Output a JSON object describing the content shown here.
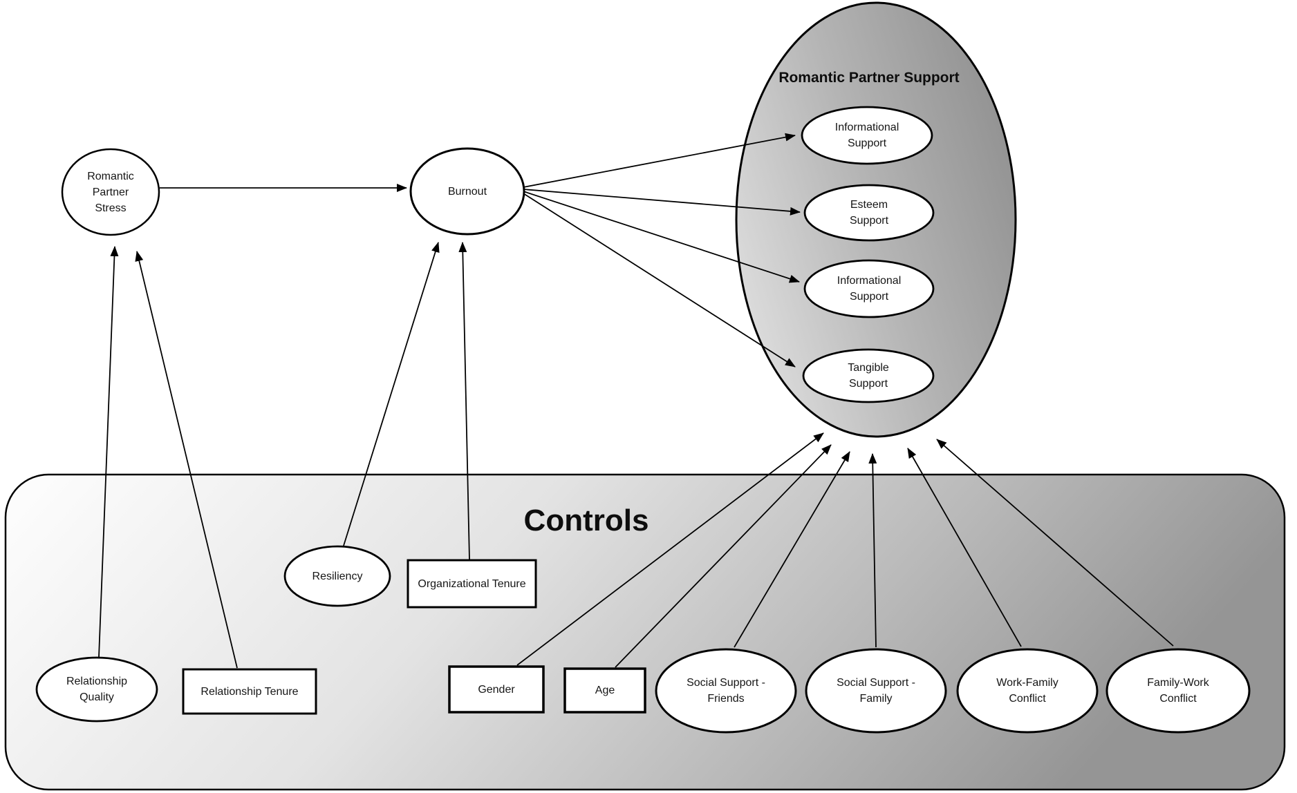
{
  "diagram_type": "path-model",
  "nodes": {
    "romantic_partner_stress": "Romantic\nPartner\nStress",
    "burnout": "Burnout"
  },
  "support_group": {
    "title": "Romantic Partner Support",
    "members": [
      "Informational\nSupport",
      "Esteem\nSupport",
      "Informational\nSupport",
      "Tangible\nSupport"
    ]
  },
  "controls_group": {
    "title": "Controls",
    "members": {
      "resiliency": "Resiliency",
      "organizational_tenure": "Organizational Tenure",
      "relationship_quality": "Relationship\nQuality",
      "relationship_tenure": "Relationship Tenure",
      "gender": "Gender",
      "age": "Age",
      "social_support_friends": "Social Support -\nFriends",
      "social_support_family": "Social Support -\nFamily",
      "work_family_conflict": "Work-Family\nConflict",
      "family_work_conflict": "Family-Work\nConflict"
    }
  },
  "edges": [
    {
      "from": "Romantic Partner Stress",
      "to": "Burnout"
    },
    {
      "from": "Burnout",
      "to": "Informational Support (top)"
    },
    {
      "from": "Burnout",
      "to": "Esteem Support"
    },
    {
      "from": "Burnout",
      "to": "Informational Support (middle)"
    },
    {
      "from": "Burnout",
      "to": "Tangible Support"
    },
    {
      "from": "Relationship Quality",
      "to": "Romantic Partner Stress"
    },
    {
      "from": "Relationship Tenure",
      "to": "Romantic Partner Stress"
    },
    {
      "from": "Resiliency",
      "to": "Burnout"
    },
    {
      "from": "Organizational Tenure",
      "to": "Burnout"
    },
    {
      "from": "Gender",
      "to": "Romantic Partner Support"
    },
    {
      "from": "Age",
      "to": "Romantic Partner Support"
    },
    {
      "from": "Social Support - Friends",
      "to": "Romantic Partner Support"
    },
    {
      "from": "Social Support - Family",
      "to": "Romantic Partner Support"
    },
    {
      "from": "Work-Family Conflict",
      "to": "Romantic Partner Support"
    },
    {
      "from": "Family-Work Conflict",
      "to": "Romantic Partner Support"
    }
  ],
  "colors": {
    "background": "#ffffff",
    "node_fill": "#ffffff",
    "stroke": "#000000",
    "text": "#151515",
    "support_gradient": [
      "#dedede",
      "#b5b5b5",
      "#909090"
    ],
    "controls_gradient": [
      "#fefefe",
      "#e3e3e3",
      "#b9b9b9",
      "#959595"
    ]
  }
}
